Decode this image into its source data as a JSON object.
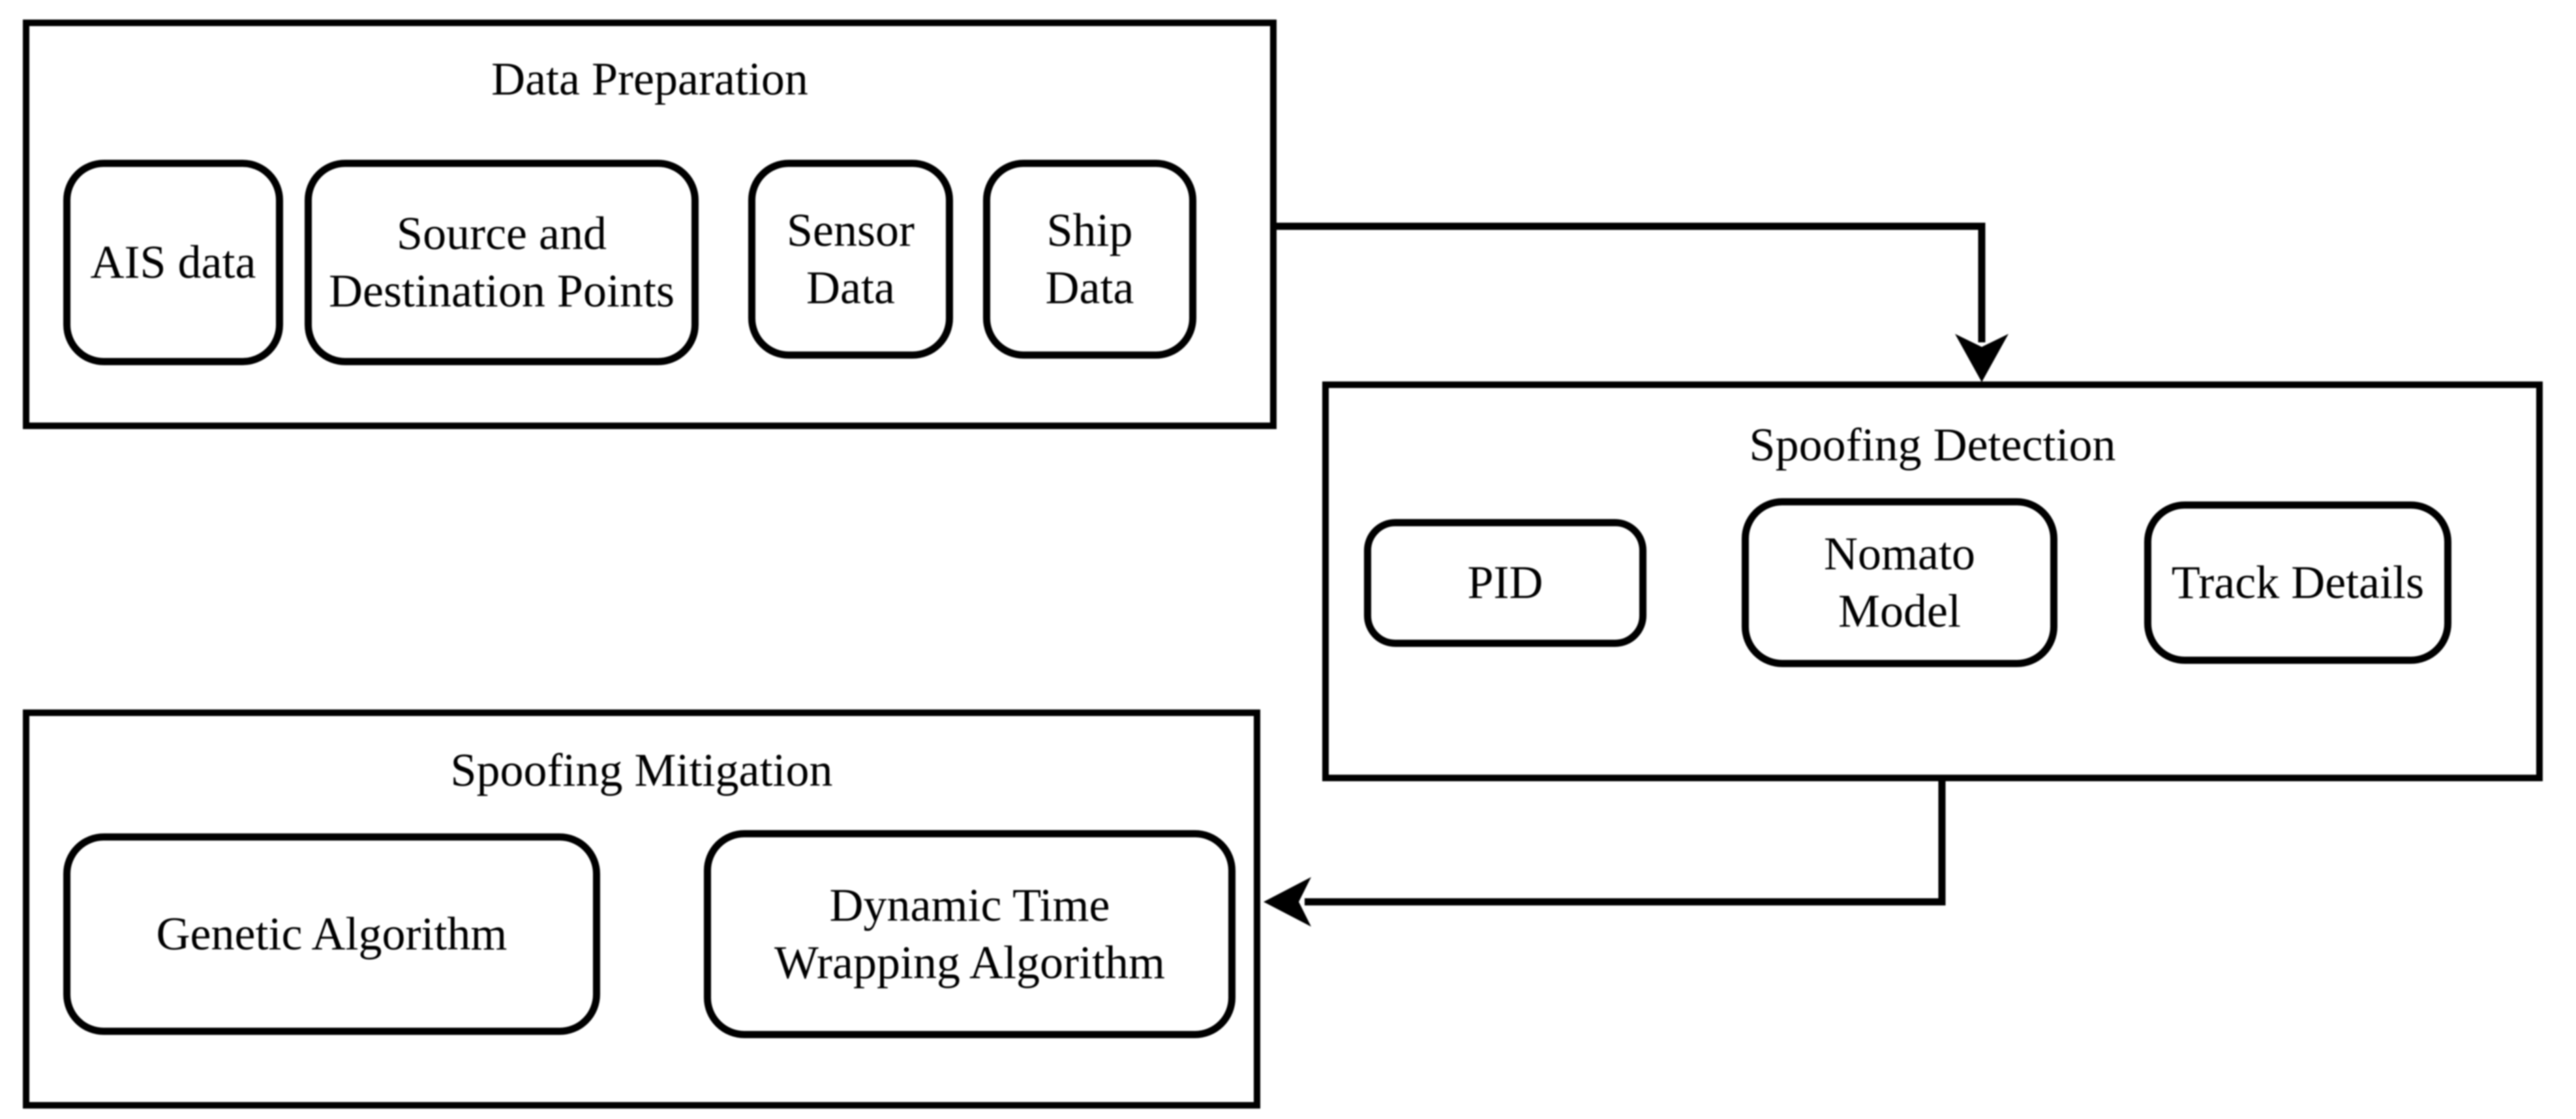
{
  "diagram": {
    "background_color": "#ffffff",
    "stroke_color": "#000000",
    "text_color": "#000000",
    "groups": {
      "data_preparation": {
        "title": "Data Preparation",
        "items": [
          "AIS data",
          "Source and Destination Points",
          "Sensor Data",
          "Ship Data"
        ]
      },
      "spoofing_detection": {
        "title": "Spoofing Detection",
        "items": [
          "PID",
          "Nomato Model",
          "Track Details"
        ]
      },
      "spoofing_mitigation": {
        "title": "Spoofing Mitigation",
        "items": [
          "Genetic Algorithm",
          "Dynamic Time Wrapping Algorithm"
        ]
      }
    },
    "connections": [
      {
        "from": "Data Preparation",
        "to": "Spoofing Detection",
        "style": "elbow-right-down"
      },
      {
        "from": "Spoofing Detection",
        "to": "Spoofing Mitigation",
        "style": "elbow-down-left"
      }
    ]
  }
}
